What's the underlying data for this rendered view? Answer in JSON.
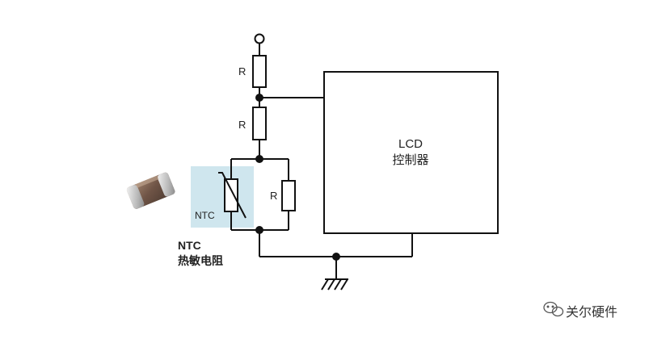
{
  "resistors": {
    "r_top": "R",
    "r_mid": "R",
    "r_parallel": "R"
  },
  "ntc": {
    "box_label": "NTC",
    "caption_line1": "NTC",
    "caption_line2": "热敏电阻",
    "highlight_color": "#cfe6ee"
  },
  "lcd": {
    "line1": "LCD",
    "line2": "控制器"
  },
  "watermark": {
    "text": "关尔硬件",
    "icon": "wechat-icon"
  }
}
